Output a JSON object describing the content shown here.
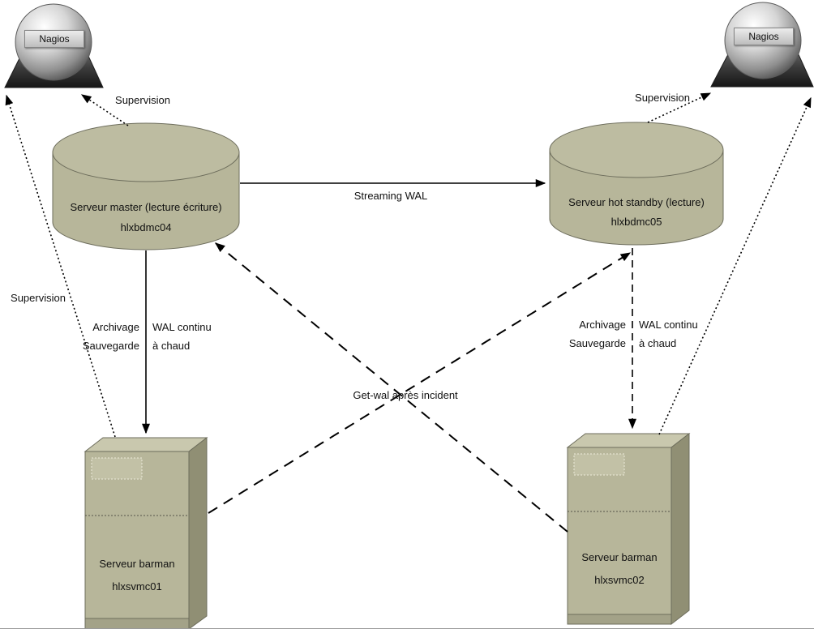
{
  "diagram": {
    "nagios_left": {
      "label": "Nagios"
    },
    "nagios_right": {
      "label": "Nagios"
    },
    "nodes": {
      "master": {
        "title": "Serveur master (lecture écriture)",
        "host": "hlxbdmc04"
      },
      "standby": {
        "title": "Serveur hot standby (lecture)",
        "host": "hlxbdmc05"
      },
      "barman_left": {
        "title": "Serveur barman",
        "host": "hlxsvmc01"
      },
      "barman_right": {
        "title": "Serveur barman",
        "host": "hlxsvmc02"
      }
    },
    "edges": {
      "streaming": "Streaming WAL",
      "get_wal": "Get-wal après incident",
      "supervision_top_left": "Supervision",
      "supervision_left": "Supervision",
      "supervision_top_right": "Supervision",
      "archive_left": {
        "a": "Archivage",
        "b": "WAL continu",
        "c": "Sauvegarde",
        "d": "à chaud"
      },
      "archive_right": {
        "a": "Archivage",
        "b": "WAL continu",
        "c": "Sauvegarde",
        "d": "à chaud"
      }
    },
    "colors": {
      "node_fill": "#b7b69a",
      "node_top": "#c9c8ae",
      "node_side": "#908f74",
      "outline": "#6d6d5c",
      "line": "#000000"
    }
  }
}
